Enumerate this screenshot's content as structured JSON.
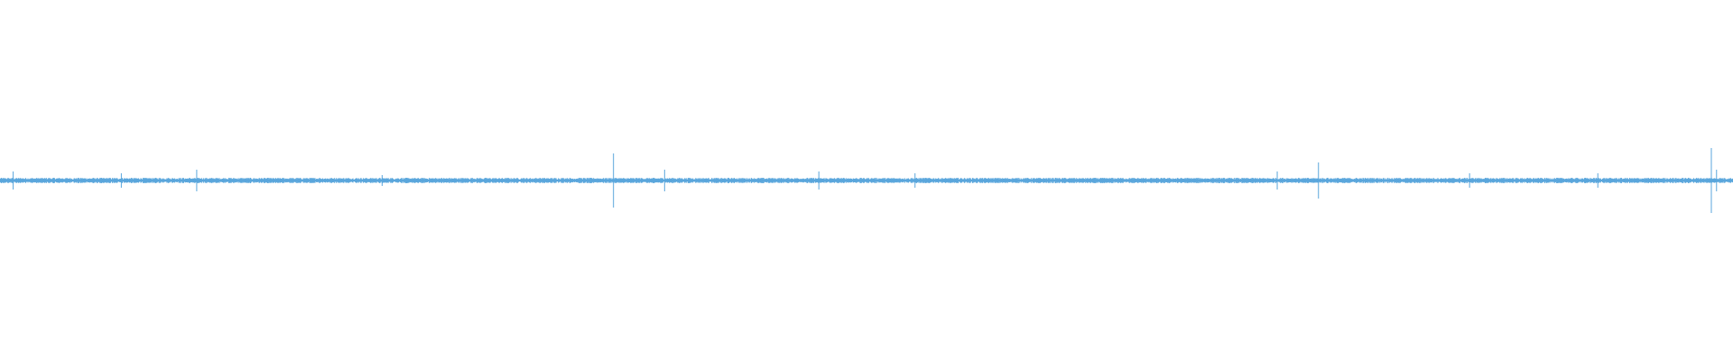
{
  "waveform": {
    "color": "#5aa6dc",
    "background": "#ffffff",
    "baseline_level": 0.0,
    "noise_amplitude": 0.015,
    "samples": 3840,
    "spikes": [
      {
        "position": 0.0076,
        "amplitude": 0.05
      },
      {
        "position": 0.07,
        "amplitude": 0.04
      },
      {
        "position": 0.1135,
        "amplitude": 0.06
      },
      {
        "position": 0.2205,
        "amplitude": 0.03
      },
      {
        "position": 0.354,
        "amplitude": 0.15
      },
      {
        "position": 0.3835,
        "amplitude": 0.06
      },
      {
        "position": 0.4725,
        "amplitude": 0.05
      },
      {
        "position": 0.528,
        "amplitude": 0.04
      },
      {
        "position": 0.737,
        "amplitude": 0.05
      },
      {
        "position": 0.7608,
        "amplitude": 0.1
      },
      {
        "position": 0.848,
        "amplitude": 0.04
      },
      {
        "position": 0.922,
        "amplitude": 0.04
      },
      {
        "position": 0.9875,
        "amplitude": 0.18
      },
      {
        "position": 0.9905,
        "amplitude": 0.06
      }
    ]
  }
}
